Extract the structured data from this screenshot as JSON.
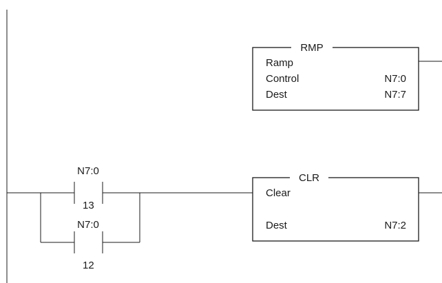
{
  "rung_1": {
    "instruction": {
      "mnemonic": "RMP",
      "name": "Ramp",
      "rows": [
        {
          "label": "Control",
          "value": "N7:0"
        },
        {
          "label": "Dest",
          "value": "N7:7"
        }
      ]
    }
  },
  "rung_2": {
    "contacts": [
      {
        "address": "N7:0",
        "bit": "13"
      },
      {
        "address": "N7:0",
        "bit": "12"
      }
    ],
    "instruction": {
      "mnemonic": "CLR",
      "name": "Clear",
      "rows": [
        {
          "label": "Dest",
          "value": "N7:2"
        }
      ]
    }
  }
}
